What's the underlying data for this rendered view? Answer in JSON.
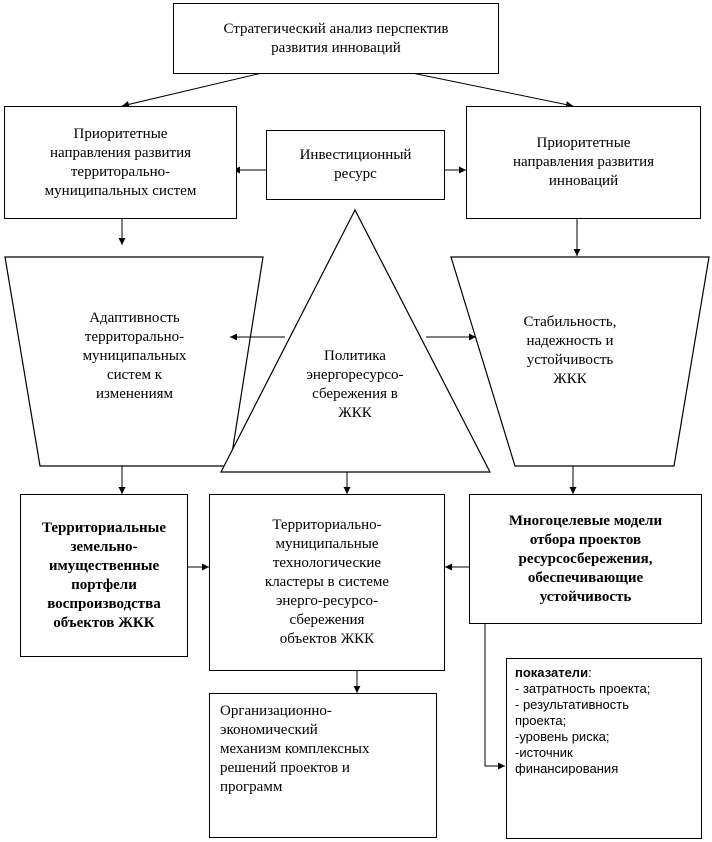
{
  "diagram": {
    "top": "Стратегический анализ  перспектив\nразвития инноваций",
    "priority_left": "Приоритетные\nнаправления развития\nтерриторально-\nмуниципальных систем",
    "investment": "Инвестиционный\nресурс",
    "priority_right": "Приоритетные\nнаправления развития\nинноваций",
    "adaptivity": "Адаптивность\nтерриторально-\nмуниципальных\nсистем к\nизменениям",
    "policy": "Политика\nэнергоресурсо-\nсбережения в\nЖКК",
    "stability": "Стабильность,\nнадежность и\nустойчивость\nЖКК",
    "portfolios": "Территориальные\nземельно-\nимущественные\nпортфели\nвоспроизводства\nобъектов ЖКК",
    "clusters": "Территориально-\nмуниципальные\nтехнологические\nкластеры в системе\nэнерго-ресурсо-\nсбережения\nобъектов ЖКК",
    "models": "Многоцелевые модели\nотбора проектов\nресурсосбережения,\nобеспечивающие\nустойчивость",
    "mechanism": "Организационно-\nэкономический\nмеханизм комплексных\nрешений проектов и\nпрограмм",
    "indicators": {
      "title": "показатели",
      "colon": ":",
      "items": "- затратность проекта;\n- результативность\nпроекта;\n-уровень риска;\n-источник\nфинансирования"
    }
  }
}
